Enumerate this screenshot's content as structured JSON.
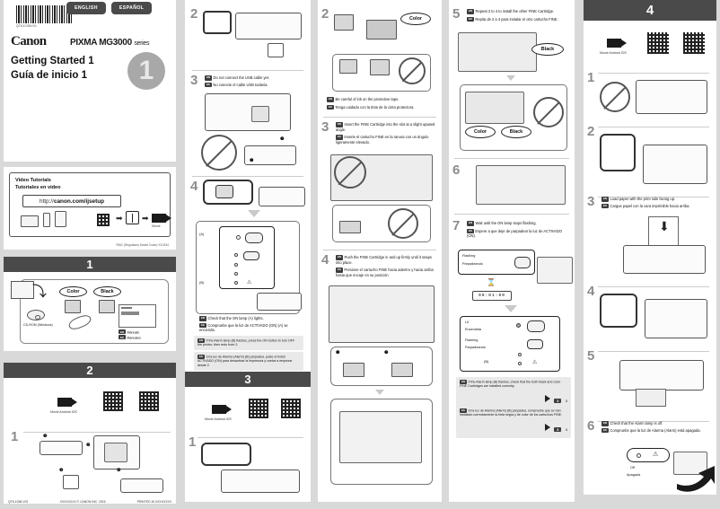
{
  "document": {
    "brand": "Canon",
    "model": "PIXMA MG3000",
    "model_suffix": "series",
    "title_en": "Getting Started 1",
    "title_es": "Guía de inicio 1",
    "cover_number": "1",
    "barcode_number": "QT61038V01",
    "rmc": "RMC (Regulatory Model Code): K10434"
  },
  "lang_buttons": [
    {
      "label": "ENGLISH"
    },
    {
      "label": "ESPAÑOL"
    }
  ],
  "tags": {
    "en": "EN",
    "es": "ES"
  },
  "video_box": {
    "title_en": "Video Tutorials",
    "title_es": "Tutoriales en video",
    "url_prefix": "http://",
    "url_bold": "canon.com/ijsetup",
    "movie_caption": "Movie"
  },
  "sections": {
    "s1": {
      "header": "1",
      "labels": {
        "color": "Color",
        "black": "Black",
        "cdrom": "CD-ROM (Windows)",
        "manuals_en": "Manuals",
        "manuals_es": "Manuales"
      }
    },
    "s2": {
      "header": "2",
      "movie_caption": "Movie Android iOS",
      "step": "1"
    },
    "s3": {
      "header": "3",
      "movie_caption": "Movie Android iOS",
      "step": "1"
    },
    "s4": {
      "header": "4",
      "movie_caption": "Movie Android iOS",
      "steps": [
        {
          "num": "1",
          "en": "",
          "es": ""
        },
        {
          "num": "2",
          "en": "",
          "es": ""
        },
        {
          "num": "3",
          "en": "Load paper with the print side facing up.",
          "es": "Cargue papel con la cara imprimible hacia arriba."
        },
        {
          "num": "4",
          "en": "",
          "es": ""
        },
        {
          "num": "5",
          "en": "",
          "es": ""
        },
        {
          "num": "6",
          "en": "Check that the Alarm lamp is off.",
          "es": "Compruebe que la luz de Alarma (Alarm) está apagada."
        }
      ],
      "lamp_off_en": "Off",
      "lamp_off_es": "Apagada"
    }
  },
  "column2": {
    "step2": {
      "num": "2"
    },
    "step3": {
      "num": "3",
      "en": "Do not connect the USB cable yet.",
      "es": "No conecte el cable USB todavía."
    },
    "step4": {
      "num": "4",
      "en": "Check that the ON lamp (A) lights.",
      "es": "Compruebe que la luz de ACTIVADO (ON) (A) se encienda.",
      "note_en": "If the Alarm lamp (B) flashes, press the ON button to turn OFF the printer, then redo from 2.",
      "note_es": "Si la luz de Alarma (Alarm) (B) parpadea, pulse el botón ACTIVADO (ON) para desactivar la impresora y vuelva a empezar desde 2.",
      "label_a": "(A)",
      "label_b": "(B)"
    }
  },
  "column3": {
    "step2": {
      "num": "2",
      "bubble": "Color",
      "en": "Be careful of ink on the protective tape.",
      "es": "Tenga cuidado con la tinta de la cinta protectora."
    },
    "step3": {
      "num": "3",
      "en": "Insert the FINE Cartridge into the slot at a slight upward angle.",
      "es": "Inserte el cartucho FINE en la ranura con un ángulo ligeramente elevado."
    },
    "step4": {
      "num": "4",
      "en": "Push the FINE Cartridge in and up firmly until it snaps into place.",
      "es": "Presione el cartucho FINE hacia adentro y hacia arriba hasta que encaje en su posición.",
      "sub1": "1",
      "sub2": "2"
    }
  },
  "column4": {
    "step5": {
      "num": "5",
      "en": "Repeat 2 to 4 to install the other FINE Cartridge.",
      "es": "Repita de 2 a 4 para instalar el otro cartucho FINE.",
      "bubble_black": "Black",
      "bubble_color": "Color",
      "bubble_black2": "Black"
    },
    "step6": {
      "num": "6"
    },
    "step7": {
      "num": "7",
      "en": "Wait until the ON lamp stops flashing.",
      "es": "Espere a que deje de parpadear la luz de ACTIVADO (ON).",
      "flashing_en": "Flashing",
      "flashing_es": "Parpadeando",
      "lit_en": "Lit",
      "lit_es": "Encendida",
      "timer": "00:01:00",
      "note_en": "If the Alarm lamp (B) flashes, check that the both black and color FINE Cartridges are installed correctly.",
      "note_es": "Si la luz de Alarma (Alarm) (B) parpadea, compruebe que se han instalado correctamente la tinta negra y de color de los cartuchos FINE.",
      "note_ref": "3",
      "note_ref2": "3",
      "label_b": "(B)"
    }
  },
  "footer": {
    "left": "QT6-1038-V01",
    "center": "XXXXXXXX © CANON INC. 2016",
    "right": "PRINTED IN XXXXXXXX"
  }
}
